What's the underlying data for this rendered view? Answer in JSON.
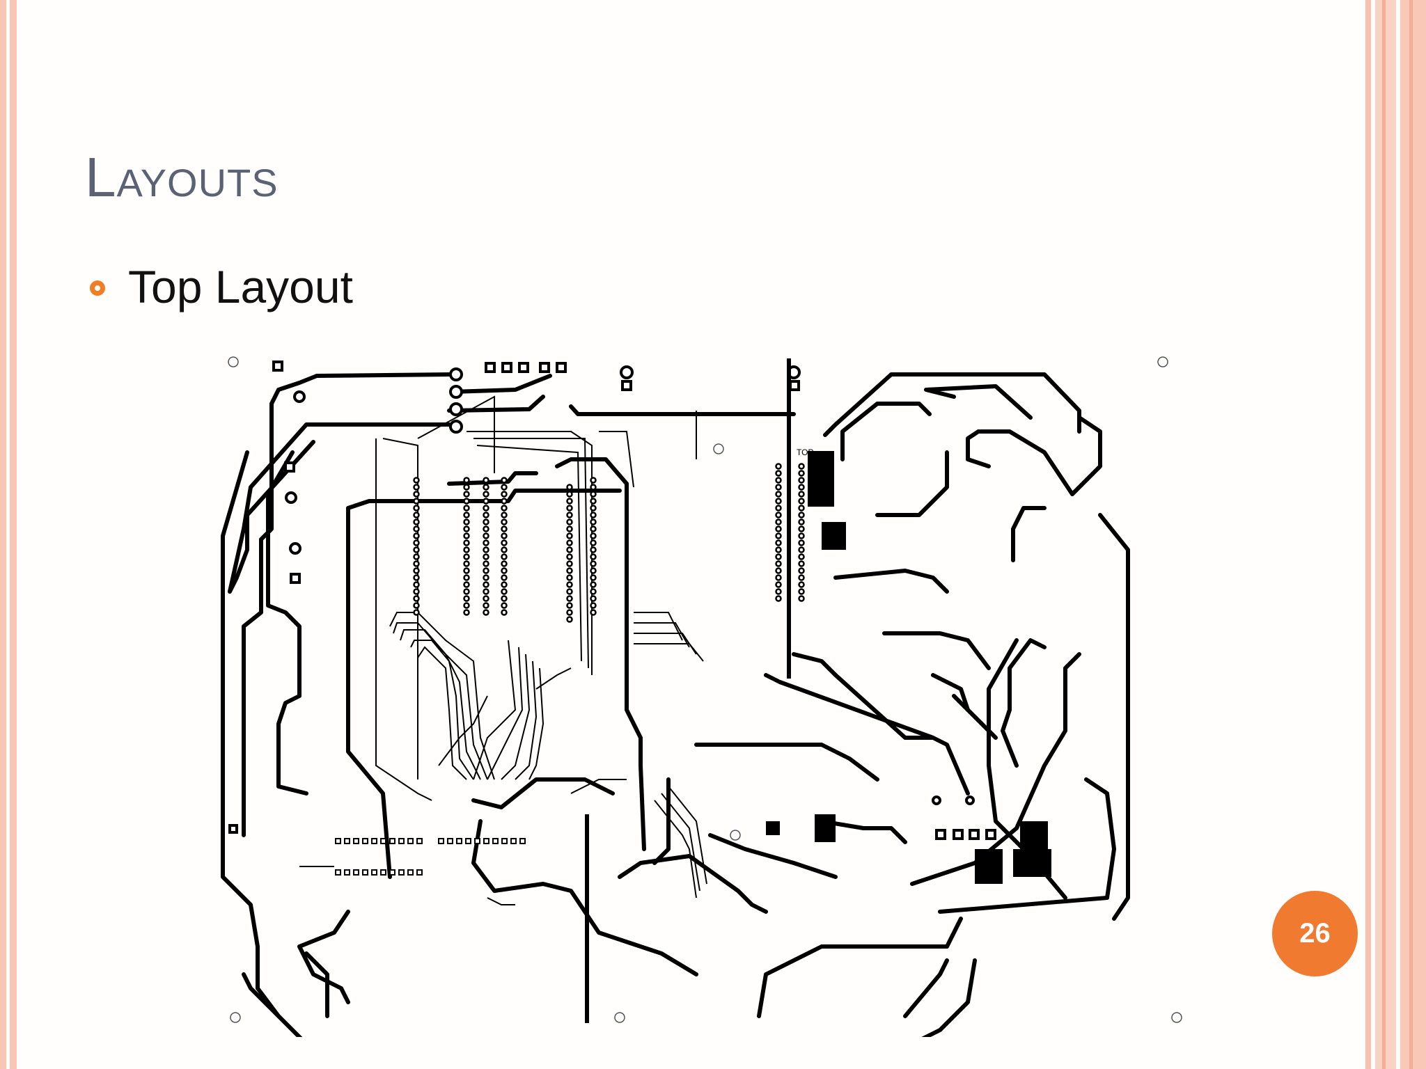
{
  "slide": {
    "title": "Layouts",
    "bullet": "Top Layout",
    "page_number": "26"
  },
  "pcb_layout": {
    "silkscreen_label": "TOP"
  },
  "colors": {
    "title": "#5b6274",
    "bullet_icon": "#f17d24",
    "badge": "#f07a30",
    "border": "#f7c6b5"
  }
}
